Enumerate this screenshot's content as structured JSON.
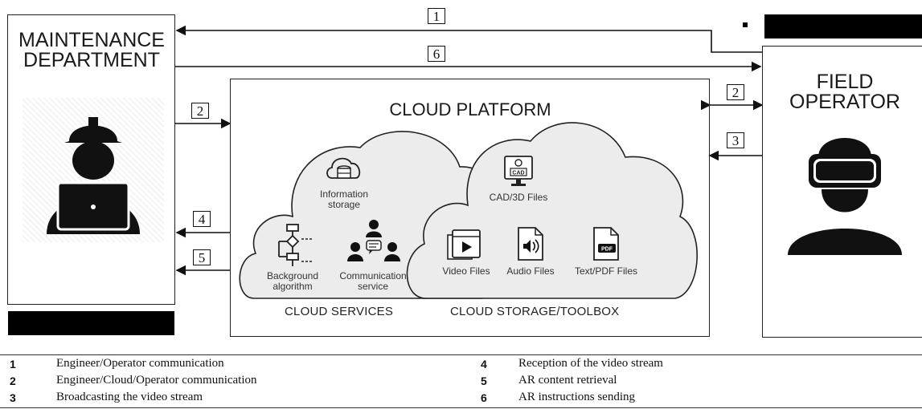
{
  "maintenance": {
    "title_line1": "MAINTENANCE",
    "title_line2": "DEPARTMENT"
  },
  "field": {
    "title_line1": "FIELD",
    "title_line2": "OPERATOR"
  },
  "cloud": {
    "title": "CLOUD PLATFORM",
    "services_caption": "CLOUD SERVICES",
    "storage_caption": "CLOUD STORAGE/TOOLBOX",
    "info_storage": [
      "Information",
      "storage"
    ],
    "background_algorithm": [
      "Background",
      "algorithm"
    ],
    "communication_service": [
      "Communication",
      "service"
    ],
    "cad_files": "CAD/3D Files",
    "cad_icon_text": "CAD",
    "video_files": "Video Files",
    "audio_files": "Audio Files",
    "text_pdf_files": "Text/PDF Files",
    "pdf_icon_text": "PDF"
  },
  "arrows": {
    "a1": "1",
    "a6": "6",
    "a2_left": "2",
    "a2_right": "2",
    "a3": "3",
    "a4": "4",
    "a5": "5"
  },
  "legend": [
    {
      "key": "1",
      "text": "Engineer/Operator communication"
    },
    {
      "key": "2",
      "text": "Engineer/Cloud/Operator communication"
    },
    {
      "key": "3",
      "text": "Broadcasting the video stream"
    },
    {
      "key": "4",
      "text": "Reception of the video stream"
    },
    {
      "key": "5",
      "text": "AR content retrieval"
    },
    {
      "key": "6",
      "text": "AR instructions sending"
    }
  ]
}
